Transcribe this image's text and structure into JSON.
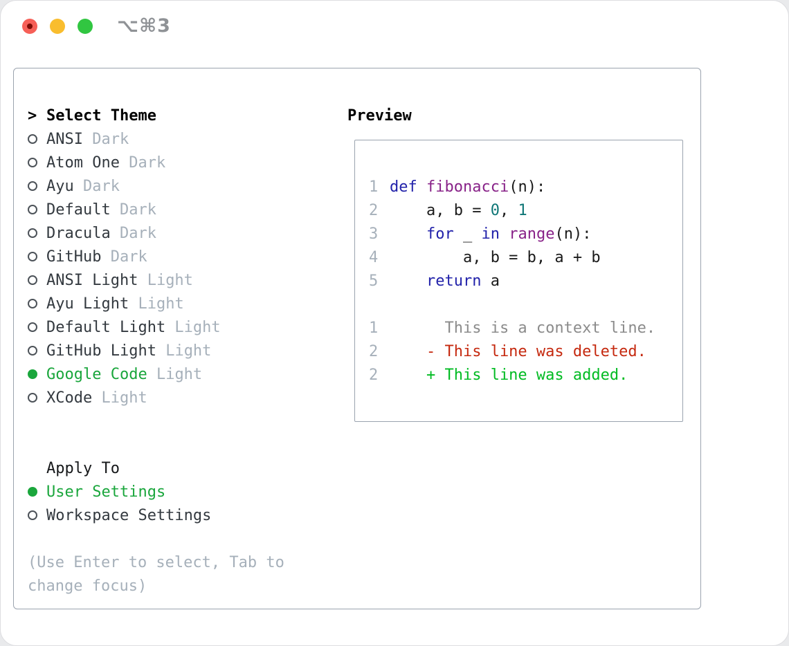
{
  "window": {
    "shortcut_label": "⌥⌘3"
  },
  "traffic_lights": [
    {
      "name": "close",
      "color": "#f65f57",
      "dot": "#7d0c06"
    },
    {
      "name": "minimize",
      "color": "#f9bd2e",
      "dot": ""
    },
    {
      "name": "zoom",
      "color": "#31c641",
      "dot": ""
    }
  ],
  "theme_panel": {
    "focus_marker": ">",
    "header": "Select Theme",
    "themes": [
      {
        "name": "ANSI",
        "variant": "Dark",
        "selected": false
      },
      {
        "name": "Atom One",
        "variant": "Dark",
        "selected": false
      },
      {
        "name": "Ayu",
        "variant": "Dark",
        "selected": false
      },
      {
        "name": "Default",
        "variant": "Dark",
        "selected": false
      },
      {
        "name": "Dracula",
        "variant": "Dark",
        "selected": false
      },
      {
        "name": "GitHub",
        "variant": "Dark",
        "selected": false
      },
      {
        "name": "ANSI Light",
        "variant": "Light",
        "selected": false
      },
      {
        "name": "Ayu Light",
        "variant": "Light",
        "selected": false
      },
      {
        "name": "Default Light",
        "variant": "Light",
        "selected": false
      },
      {
        "name": "GitHub Light",
        "variant": "Light",
        "selected": false
      },
      {
        "name": "Google Code",
        "variant": "Light",
        "selected": true
      },
      {
        "name": "XCode",
        "variant": "Light",
        "selected": false
      }
    ],
    "apply_to": {
      "header": "Apply To",
      "options": [
        {
          "label": "User Settings",
          "selected": true
        },
        {
          "label": "Workspace Settings",
          "selected": false
        }
      ]
    },
    "hint_lines": [
      "(Use Enter to select, Tab to",
      "change focus)"
    ]
  },
  "preview": {
    "header": "Preview",
    "code_lines": [
      {
        "num": "1",
        "segments": [
          {
            "c": "kw",
            "t": "def"
          },
          {
            "c": "pl",
            "t": " "
          },
          {
            "c": "fn",
            "t": "fibonacci"
          },
          {
            "c": "pl",
            "t": "(n):"
          }
        ]
      },
      {
        "num": "2",
        "segments": [
          {
            "c": "pl",
            "t": "    a, b = "
          },
          {
            "c": "nm",
            "t": "0"
          },
          {
            "c": "pl",
            "t": ", "
          },
          {
            "c": "nm",
            "t": "1"
          }
        ]
      },
      {
        "num": "3",
        "segments": [
          {
            "c": "pl",
            "t": "    "
          },
          {
            "c": "kw",
            "t": "for"
          },
          {
            "c": "pl",
            "t": " _ "
          },
          {
            "c": "kw",
            "t": "in"
          },
          {
            "c": "pl",
            "t": " "
          },
          {
            "c": "fn",
            "t": "range"
          },
          {
            "c": "pl",
            "t": "(n):"
          }
        ]
      },
      {
        "num": "4",
        "segments": [
          {
            "c": "pl",
            "t": "        a, b = b, a + b"
          }
        ]
      },
      {
        "num": "5",
        "segments": [
          {
            "c": "pl",
            "t": "    "
          },
          {
            "c": "kw",
            "t": "return"
          },
          {
            "c": "pl",
            "t": " a"
          }
        ]
      }
    ],
    "diff_lines": [
      {
        "num": "1",
        "kind": "ctx",
        "text": "      This is a context line."
      },
      {
        "num": "2",
        "kind": "del",
        "text": "    - This line was deleted."
      },
      {
        "num": "2",
        "kind": "add",
        "text": "    + This line was added."
      }
    ]
  },
  "colors": {
    "accent_green": "#1aa63c",
    "keyword_blue": "#2222aa",
    "function_purple": "#882288",
    "number_teal": "#0e7676",
    "diff_red": "#c5290f",
    "diff_green": "#00bb22",
    "muted_gray": "#a6b0ba",
    "context_gray": "#8b8b8b",
    "panel_border": "#9aa3ae"
  }
}
